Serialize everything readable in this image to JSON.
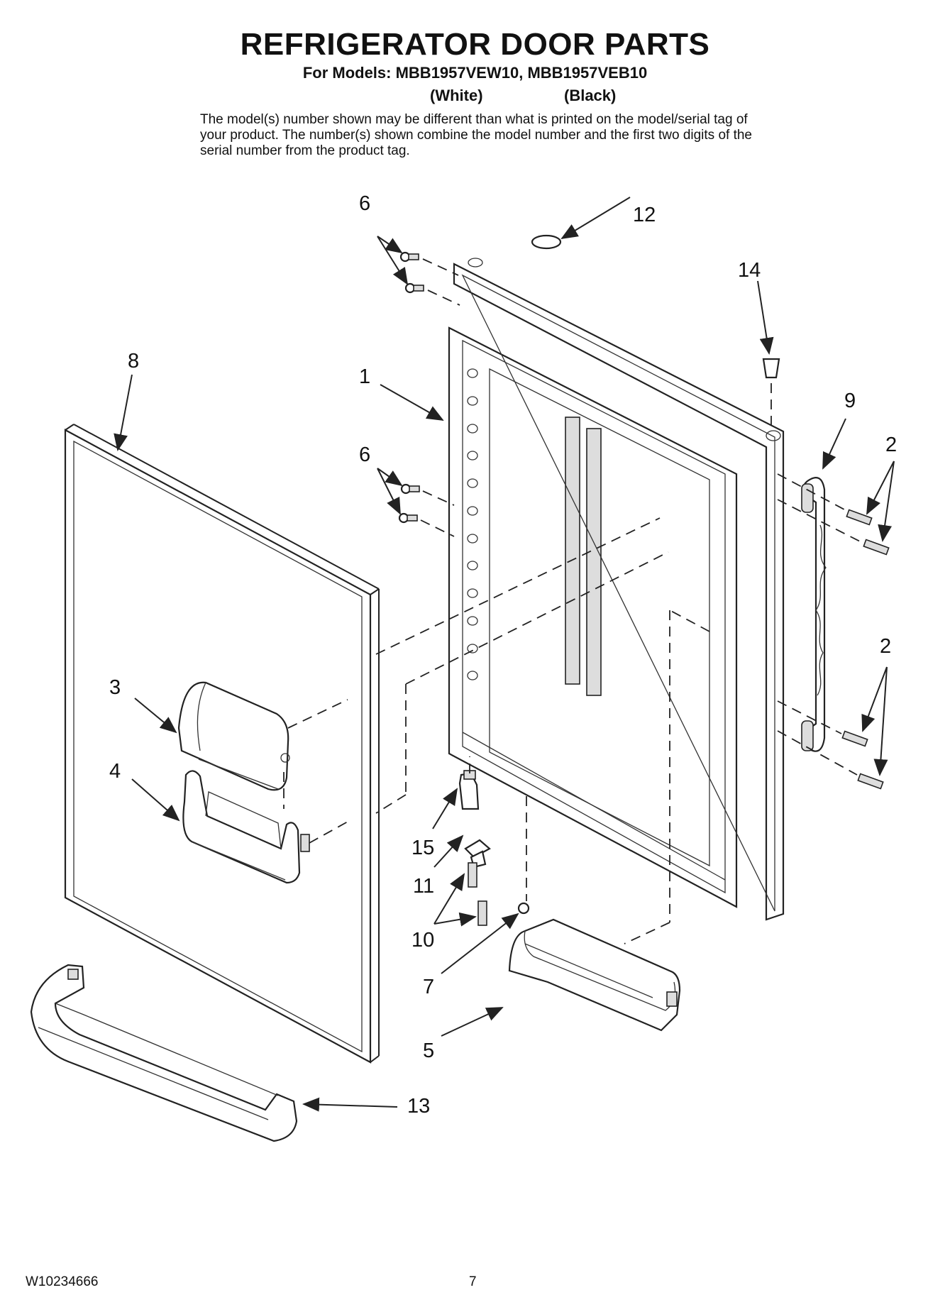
{
  "header": {
    "title": "REFRIGERATOR DOOR PARTS",
    "subtitle": "For Models: MBB1957VEW10, MBB1957VEB10",
    "variant_white": "(White)",
    "variant_black": "(Black)",
    "note": "The model(s) number shown may be different than what is printed on the model/serial tag of your product. The number(s) shown combine the model number and the first two digits of the serial number from the product tag."
  },
  "callouts": {
    "c1": "1",
    "c2a": "2",
    "c2b": "2",
    "c3": "3",
    "c4": "4",
    "c5": "5",
    "c6a": "6",
    "c6b": "6",
    "c7": "7",
    "c8": "8",
    "c9": "9",
    "c10": "10",
    "c11": "11",
    "c12": "12",
    "c13": "13",
    "c14": "14",
    "c15": "15"
  },
  "footer": {
    "doc_number": "W10234666",
    "page_number": "7"
  }
}
